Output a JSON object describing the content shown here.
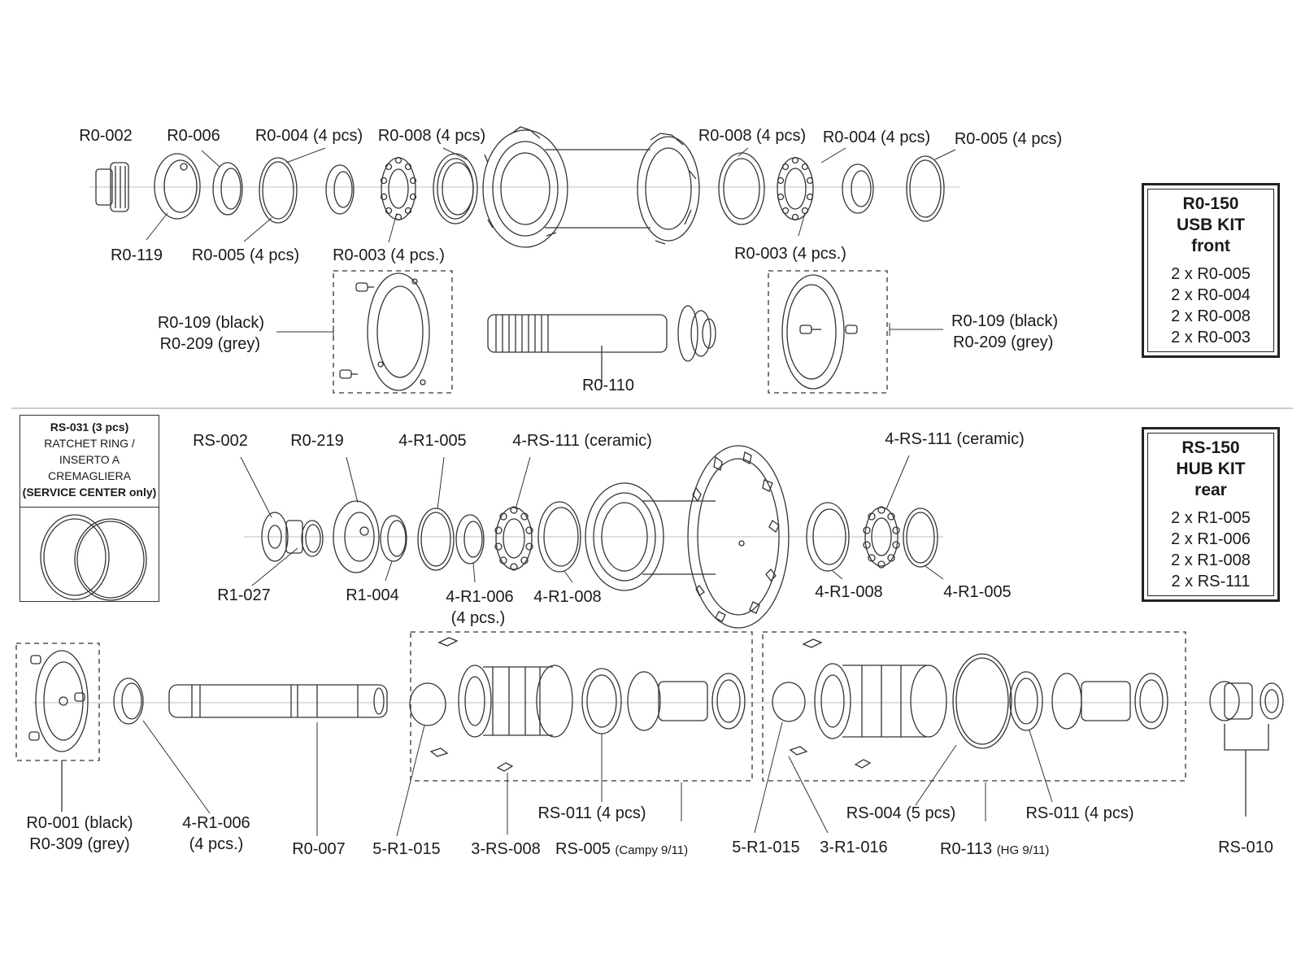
{
  "front": {
    "labels": {
      "r0_002": "R0-002",
      "r0_006": "R0-006",
      "r0_004_a": "R0-004 (4 pcs)",
      "r0_008_a": "R0-008 (4 pcs)",
      "r0_008_b": "R0-008 (4 pcs)",
      "r0_004_b": "R0-004 (4 pcs)",
      "r0_005_b": "R0-005 (4 pcs)",
      "r0_119": "R0-119",
      "r0_005_a": "R0-005 (4 pcs)",
      "r0_003_a": "R0-003 (4 pcs.)",
      "r0_003_b": "R0-003 (4 pcs.)",
      "r0_109_l": "R0-109 (black)",
      "r0_209_l": "R0-209 (grey)",
      "r0_109_r": "R0-109 (black)",
      "r0_209_r": "R0-209 (grey)",
      "r0_110": "R0-110"
    },
    "kit": {
      "title": [
        "R0-150",
        "USB KIT",
        "front"
      ],
      "items": [
        "2 x R0-005",
        "2 x R0-004",
        "2 x R0-008",
        "2 x R0-003"
      ]
    }
  },
  "rear": {
    "labels": {
      "rs_002": "RS-002",
      "r0_219": "R0-219",
      "r1_005_a": "4-R1-005",
      "rs_111_a": "4-RS-111 (ceramic)",
      "rs_111_b": "4-RS-111 (ceramic)",
      "r1_027": "R1-027",
      "r1_004": "R1-004",
      "r1_006_a": "4-R1-006",
      "r1_006_a_qty": "(4 pcs.)",
      "r1_008_a": "4-R1-008",
      "r1_008_b": "4-R1-008",
      "r1_005_b": "4-R1-005",
      "r0_001": "R0-001 (black)",
      "r0_309": "R0-309 (grey)",
      "r1_006_b": "4-R1-006",
      "r1_006_b_qty": "(4 pcs.)",
      "r0_007": "R0-007",
      "r1_015_a": "5-R1-015",
      "rs_008": "3-RS-008",
      "rs_011_a": "RS-011 (4 pcs)",
      "rs_005": "RS-005",
      "rs_005_note": "(Campy 9/11)",
      "r1_015_b": "5-R1-015",
      "r1_016": "3-R1-016",
      "rs_004": "RS-004 (5 pcs)",
      "r0_113": "R0-113",
      "r0_113_note": "(HG 9/11)",
      "rs_011_b": "RS-011 (4 pcs)",
      "rs_010": "RS-010"
    },
    "kit": {
      "title": [
        "RS-150",
        "HUB KIT",
        "rear"
      ],
      "items": [
        "2 x R1-005",
        "2 x R1-006",
        "2 x R1-008",
        "2 x RS-111"
      ]
    },
    "ratchet": {
      "lines": [
        "RS-031 (3 pcs)",
        "RATCHET RING /",
        "INSERTO A",
        "CREMAGLIERA",
        "(SERVICE CENTER only)"
      ]
    }
  }
}
